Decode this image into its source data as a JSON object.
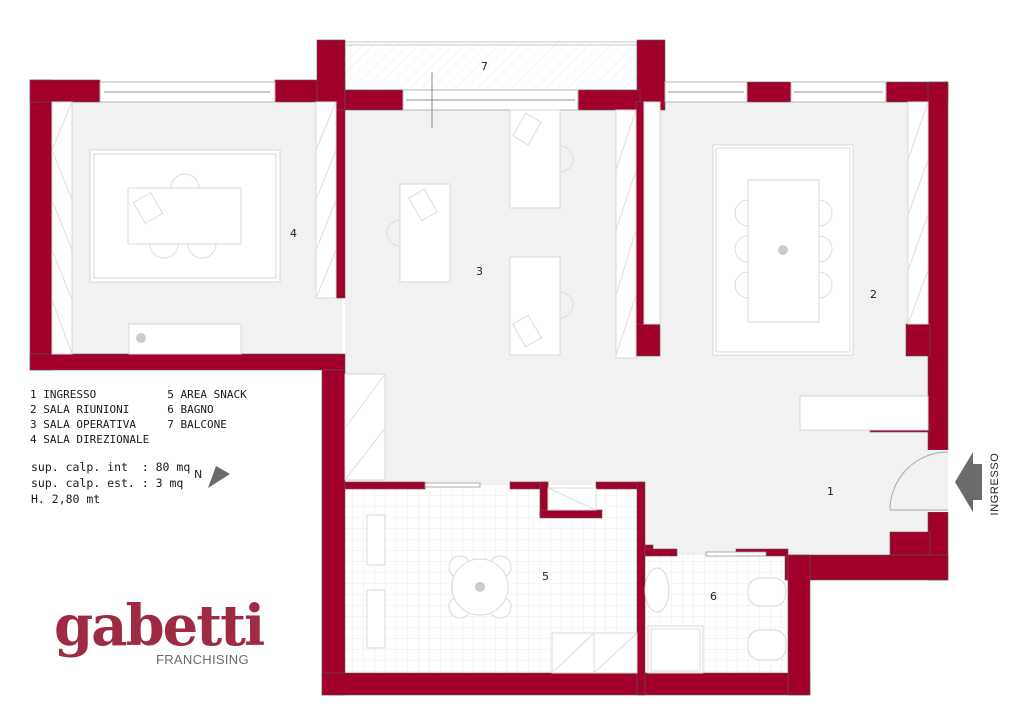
{
  "plan": {
    "colors": {
      "wall": "#a1002b",
      "floor": "#f1f1f1",
      "logo": "#9e2a44"
    },
    "rooms": [
      {
        "id": 1,
        "number": "1",
        "name": "INGRESSO"
      },
      {
        "id": 2,
        "number": "2",
        "name": "SALA RIUNIONI"
      },
      {
        "id": 3,
        "number": "3",
        "name": "SALA OPERATIVA"
      },
      {
        "id": 4,
        "number": "4",
        "name": "SALA DIREZIONALE"
      },
      {
        "id": 5,
        "number": "5",
        "name": "AREA SNACK"
      },
      {
        "id": 6,
        "number": "6",
        "name": "BAGNO"
      },
      {
        "id": 7,
        "number": "7",
        "name": "BALCONE"
      }
    ],
    "entrance_label": "INGRESSO"
  },
  "legend": {
    "col1": [
      "1 INGRESSO",
      "2 SALA RIUNIONI",
      "3 SALA OPERATIVA",
      "4 SALA DIREZIONALE"
    ],
    "col2": [
      "5 AREA SNACK",
      "6 BAGNO",
      "7 BALCONE"
    ]
  },
  "stats": {
    "internal_area": "sup. calp. int  : 80 mq",
    "external_area": "sup. calp. est. : 3 mq",
    "height": "H. 2,80 mt"
  },
  "north": {
    "label": "N",
    "icon": "north-arrow-icon"
  },
  "logo": {
    "brand": "gabetti",
    "subtitle": "FRANCHISING"
  }
}
